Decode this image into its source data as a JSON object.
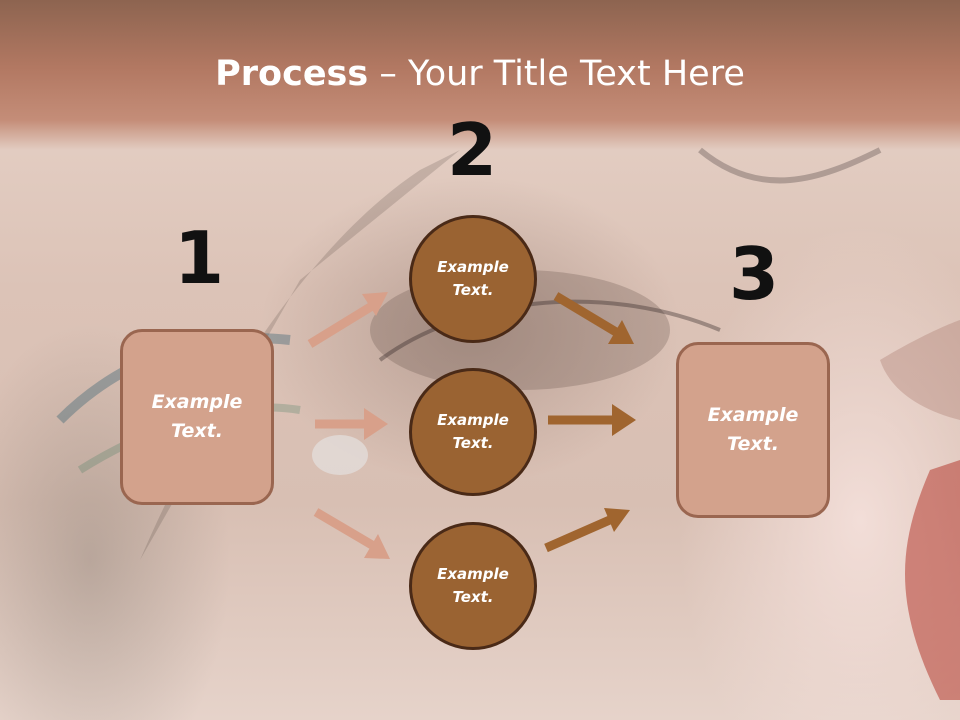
{
  "slide": {
    "title_bold": "Process",
    "title_rest": " – Your Title Text Here"
  },
  "steps": [
    {
      "number": "1",
      "text": "Example\nText."
    },
    {
      "number": "2",
      "text": "Example\nText."
    },
    {
      "number": "3",
      "text": "Example\nText."
    }
  ],
  "circles": [
    {
      "text": "Example\nText."
    },
    {
      "text": "Example\nText."
    },
    {
      "text": "Example\nText."
    }
  ],
  "colors": {
    "box_fill": "#d3a28c",
    "box_border": "#9a6650",
    "circle_fill": "#9a6332",
    "circle_border": "#4a2a17",
    "left_arrows": "#d8a08a",
    "right_arrows": "#a0652f",
    "title_band": "#b27862"
  }
}
